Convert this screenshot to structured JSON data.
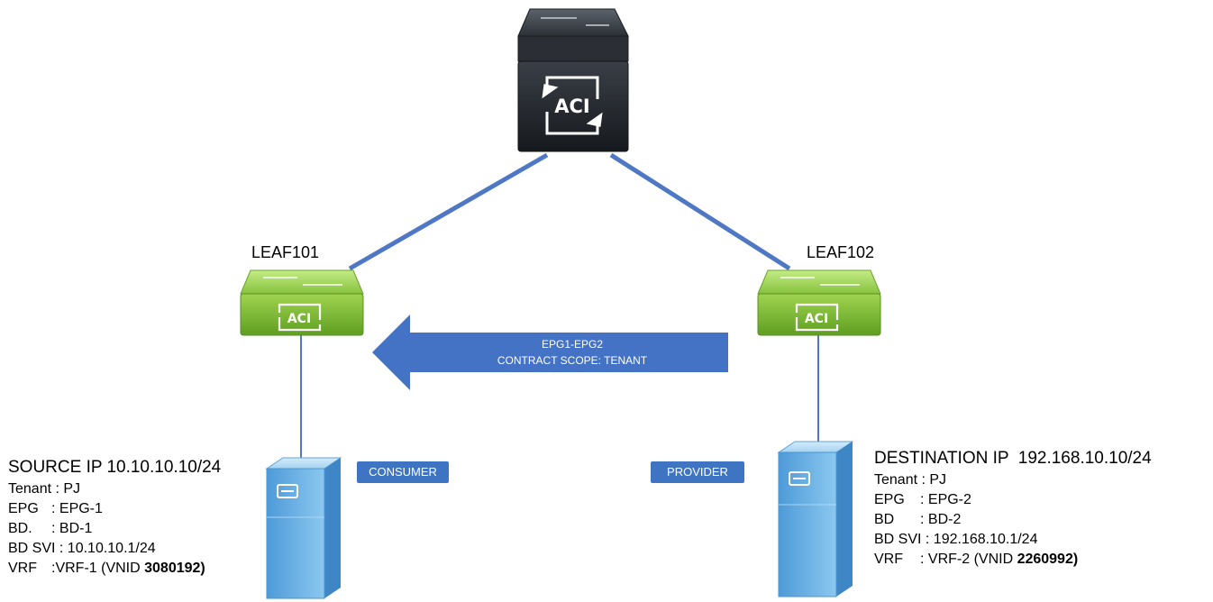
{
  "spine": {
    "logo_text": "ACI"
  },
  "leafs": [
    {
      "name": "LEAF101",
      "logo_text": "ACI"
    },
    {
      "name": "LEAF102",
      "logo_text": "ACI"
    }
  ],
  "contract_arrow": {
    "line1": "EPG1-EPG2",
    "line2": "CONTRACT SCOPE: TENANT"
  },
  "roles": {
    "consumer": "CONSUMER",
    "provider": "PROVIDER"
  },
  "source": {
    "title": "SOURCE IP 10.10.10.10/24",
    "tenant": "Tenant : PJ",
    "epg_key": "EPG",
    "epg_val": ": EPG-1",
    "bd_key": "BD.",
    "bd_val": ": BD-1",
    "svi": "BD SVI : 10.10.10.1/24",
    "vrf_key": "VRF",
    "vrf_val": ":VRF-1 (VNID ",
    "vrf_vnid": "3080192",
    "vrf_close": ")"
  },
  "destination": {
    "title": "DESTINATION IP  192.168.10.10/24",
    "tenant": "Tenant : PJ",
    "epg_key": "EPG",
    "epg_val": ": EPG-2",
    "bd_key": "BD",
    "bd_val": ": BD-2",
    "svi": "BD SVI : 192.168.10.1/24",
    "vrf_key": "VRF",
    "vrf_val": ": VRF-2 (VNID ",
    "vrf_vnid": "2260992",
    "vrf_close": ")"
  },
  "colors": {
    "link": "#4f78c4",
    "host_line": "#4f78c4",
    "arrow": "#4472c4",
    "badge": "#3f74c2",
    "leaf_green": "#8cc63e",
    "spine_dark": "#1e2228",
    "server_blue": "#6fb5e6"
  }
}
